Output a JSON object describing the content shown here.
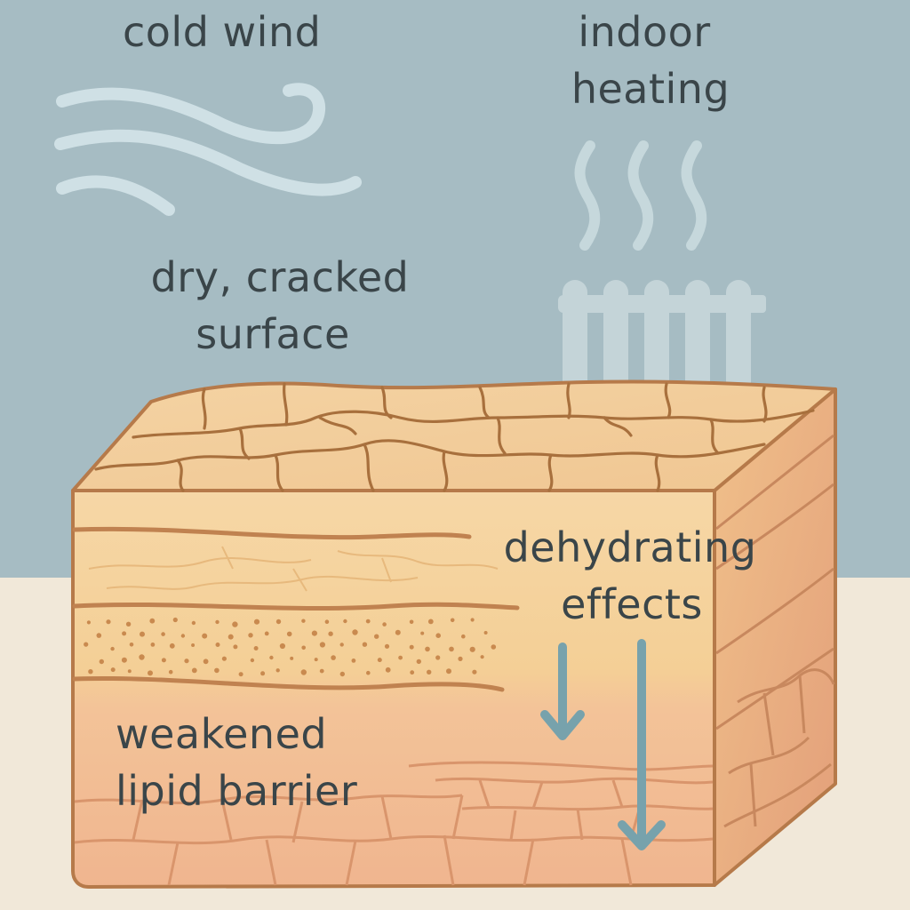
{
  "labels": {
    "cold_wind": "cold wind",
    "indoor_heating": [
      "indoor",
      "heating"
    ],
    "dry_cracked_surface": [
      "dry, cracked",
      "surface"
    ],
    "dehydrating_effects": [
      "dehydrating",
      "effects"
    ],
    "weakened_lipid_barrier": [
      "weakened",
      "lipid barrier"
    ]
  },
  "icons": {
    "wind": "wind-lines-icon",
    "heat": "heat-wave-icon",
    "radiator": "radiator-icon",
    "arrow": "down-arrow-icon"
  },
  "colors": {
    "sky": "#a6bcc3",
    "floor": "#f1e8d9",
    "label_text": "#3a4549",
    "skin_top": "#f2cc98",
    "skin_front": "#f3c7a1",
    "skin_side": "#e9ab80",
    "outline": "#b67a4a",
    "arrow": "#77a2ac",
    "wind_lines": "#cfe0e5"
  }
}
